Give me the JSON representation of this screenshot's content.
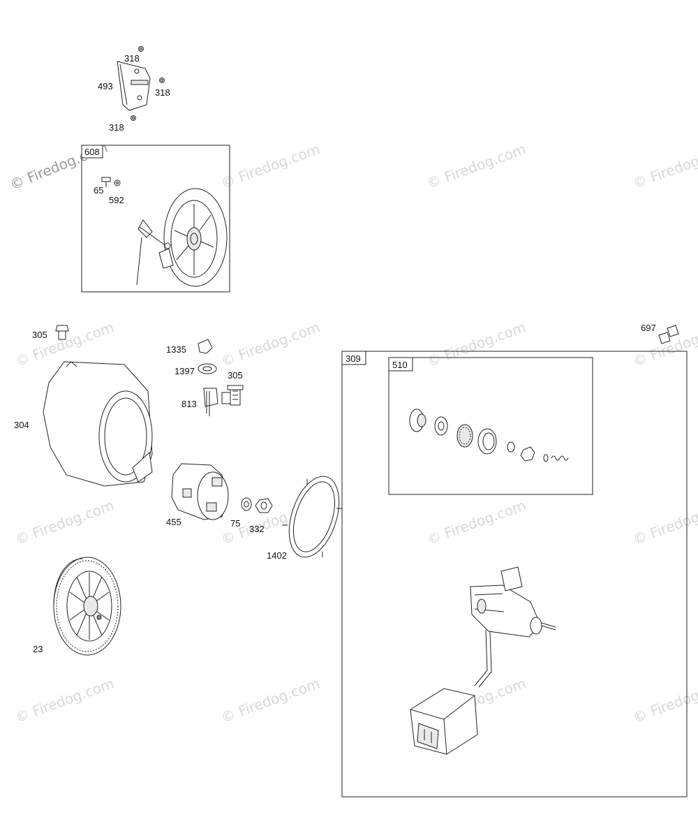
{
  "watermark": {
    "text": "© Firedog.com"
  },
  "groups": [
    {
      "id": "608",
      "label": "608"
    },
    {
      "id": "309",
      "label": "309"
    },
    {
      "id": "510",
      "label": "510"
    }
  ],
  "parts": [
    {
      "id": "318a",
      "label": "318"
    },
    {
      "id": "318b",
      "label": "318"
    },
    {
      "id": "318c",
      "label": "318"
    },
    {
      "id": "493",
      "label": "493"
    },
    {
      "id": "65",
      "label": "65"
    },
    {
      "id": "592",
      "label": "592"
    },
    {
      "id": "305a",
      "label": "305"
    },
    {
      "id": "304",
      "label": "304"
    },
    {
      "id": "1335",
      "label": "1335"
    },
    {
      "id": "1397",
      "label": "1397"
    },
    {
      "id": "305b",
      "label": "305"
    },
    {
      "id": "813",
      "label": "813"
    },
    {
      "id": "455",
      "label": "455"
    },
    {
      "id": "75",
      "label": "75"
    },
    {
      "id": "332",
      "label": "332"
    },
    {
      "id": "1402",
      "label": "1402"
    },
    {
      "id": "23",
      "label": "23"
    },
    {
      "id": "697",
      "label": "697"
    }
  ]
}
